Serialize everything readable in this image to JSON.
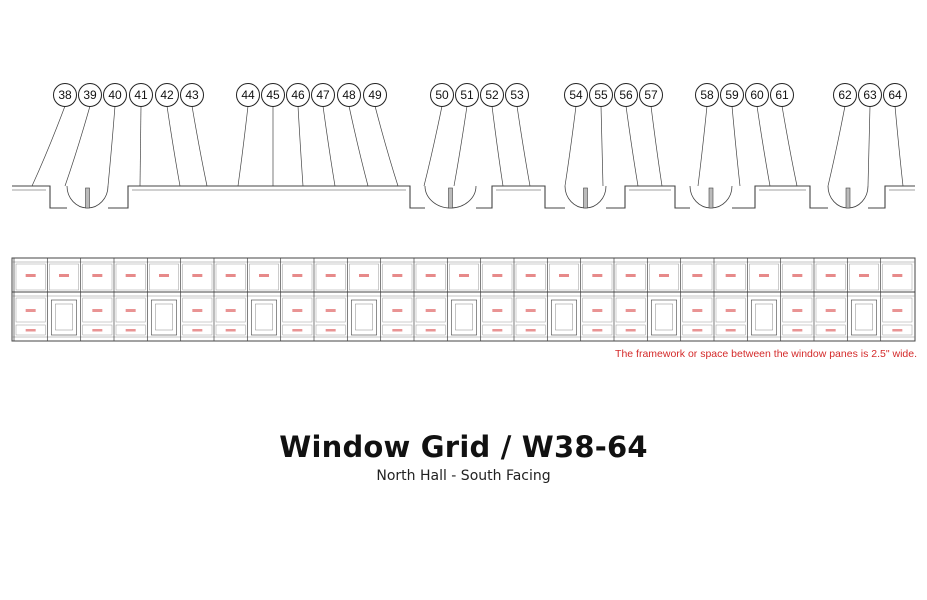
{
  "windows": [
    "38",
    "39",
    "40",
    "41",
    "42",
    "43",
    "44",
    "45",
    "46",
    "47",
    "48",
    "49",
    "50",
    "51",
    "52",
    "53",
    "54",
    "55",
    "56",
    "57",
    "58",
    "59",
    "60",
    "61",
    "62",
    "63",
    "64"
  ],
  "note": "The framework or space between the window panes is 2.5\" wide.",
  "title": "Window Grid / W38-64",
  "subtitle": "North Hall - South Facing",
  "colors": {
    "line": "#444444",
    "accent": "#d42a2a",
    "text": "#111111"
  }
}
